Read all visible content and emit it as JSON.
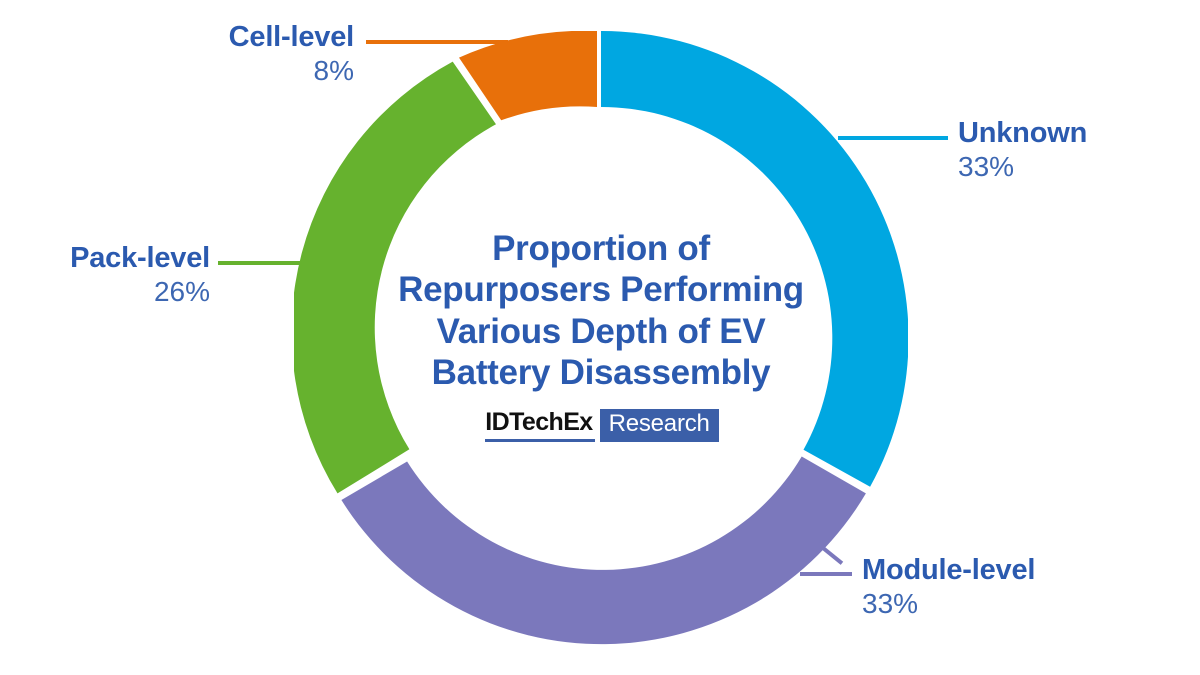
{
  "chart_data": {
    "type": "pie",
    "variant": "donut",
    "title": "Proportion of Repurposers Performing Various Depth of EV Battery Disassembly",
    "title_lines": [
      "Proportion of",
      "Repurposers Performing",
      "Various Depth of EV",
      "Battery Disassembly"
    ],
    "categories": [
      "Unknown",
      "Module-level",
      "Pack-level",
      "Cell-level"
    ],
    "values": [
      33,
      33,
      26,
      8
    ],
    "value_suffix": "%",
    "unit": "percent",
    "colors": [
      "#00A7E1",
      "#7B78BC",
      "#66B22E",
      "#E8700A"
    ],
    "legend": "callout-labels",
    "start_angle_deg": 0,
    "direction": "clockwise",
    "inner_radius_ratio": 0.75,
    "labels": [
      {
        "name": "Unknown",
        "value": "33%",
        "color": "#00A7E1",
        "position": "right"
      },
      {
        "name": "Module-level",
        "value": "33%",
        "color": "#7B78BC",
        "position": "bottom-right"
      },
      {
        "name": "Pack-level",
        "value": "26%",
        "color": "#66B22E",
        "position": "left"
      },
      {
        "name": "Cell-level",
        "value": "8%",
        "color": "#E8700A",
        "position": "top-left"
      }
    ],
    "xlabel": "",
    "ylabel": "",
    "grid": false
  },
  "theme": {
    "background": "#FFFFFF",
    "title_color": "#2B5AAF",
    "label_color": "#2B5AAF",
    "value_color": "#3D67B2",
    "brand_blue": "#3B5FA8"
  },
  "logo": {
    "brand": "IDTechEx",
    "product": "Research"
  }
}
